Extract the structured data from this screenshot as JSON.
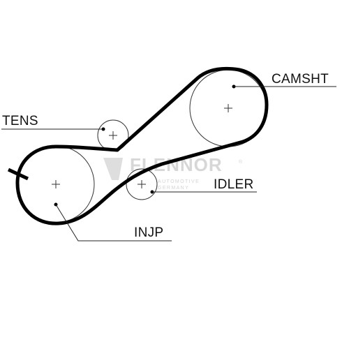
{
  "labels": {
    "camshaft": "CAMSHT",
    "tensioner": "TENS",
    "idler": "IDLER",
    "injection_pump": "INJP"
  },
  "watermark": {
    "brand": "FLENNOR",
    "registered": "®",
    "line1": "AUTOMOTIVE",
    "line2": "GERMANY"
  },
  "colors": {
    "belt": "#000000",
    "outline": "#333333",
    "text": "#111111",
    "watermark": "#d7d7d7"
  }
}
